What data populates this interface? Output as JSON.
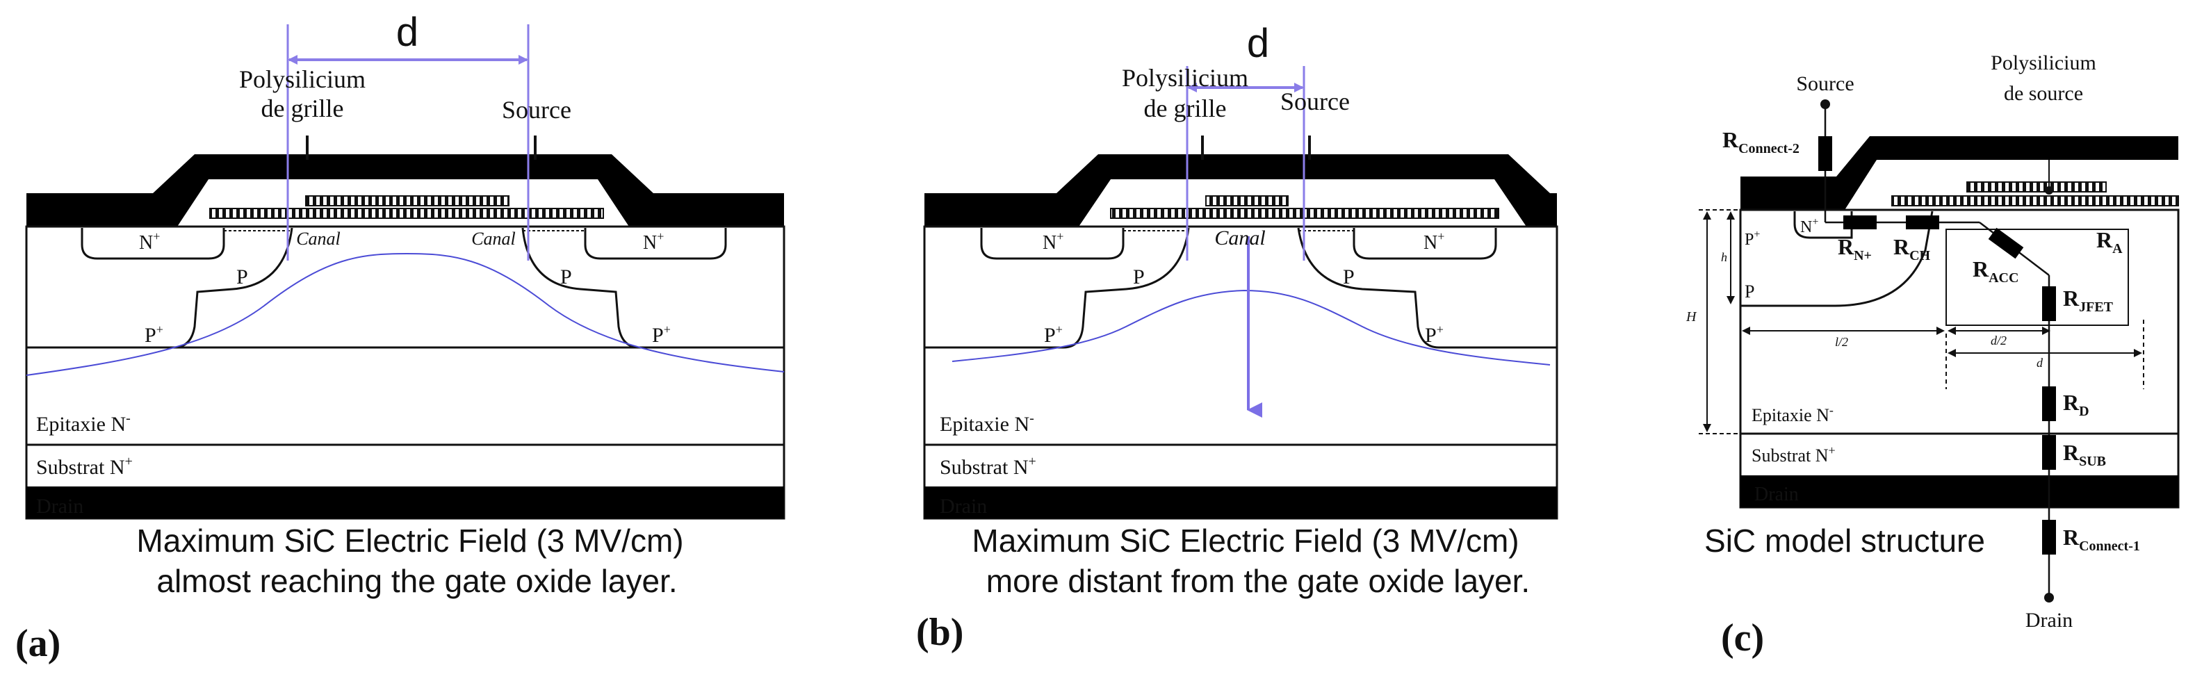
{
  "panel_a": {
    "label": "(a)",
    "dimension": "d",
    "gate": "Polysilicium",
    "gate2": "de grille",
    "source": "Source",
    "canal_left": "Canal",
    "canal_right": "Canal",
    "nplus": "N",
    "p": "P",
    "pplus": "P",
    "epi": "Epitaxie N",
    "sub": "Substrat N",
    "drain": "Drain",
    "caption1": "Maximum SiC Electric Field (3 MV/cm)",
    "caption2": "almost reaching the gate oxide layer."
  },
  "panel_b": {
    "label": "(b)",
    "dimension": "d",
    "gate": "Polysilicium",
    "gate2": "de grille",
    "source": "Source",
    "canal": "Canal",
    "nplus": "N",
    "p": "P",
    "pplus": "P",
    "epi": "Epitaxie N",
    "sub": "Substrat N",
    "drain": "Drain",
    "caption1": "Maximum SiC Electric Field (3 MV/cm)",
    "caption2": "more distant from the  gate oxide layer."
  },
  "panel_c": {
    "label": "(c)",
    "source": "Source",
    "poly1": "Polysilicium",
    "poly2": "de source",
    "r_connect2": "R",
    "r_connect2_sub": "Connect-2",
    "r_n": "R",
    "r_n_sub": "N+",
    "r_ch": "R",
    "r_ch_sub": "CH",
    "r_acc": "R",
    "r_acc_sub": "ACC",
    "r_a": "R",
    "r_a_sub": "A",
    "r_jfet": "R",
    "r_jfet_sub": "JFET",
    "r_d": "R",
    "r_d_sub": "D",
    "r_sub": "R",
    "r_sub_sub": "SUB",
    "r_connect1": "R",
    "r_connect1_sub": "Connect-1",
    "nplus": "N",
    "pplus": "P",
    "p": "P",
    "h_small": "h",
    "h_big": "H",
    "l_half": "l/2",
    "d_half": "d/2",
    "d": "d",
    "epi": "Epitaxie N",
    "sub": "Substrat N",
    "drain_bar": "Drain",
    "drain": "Drain",
    "caption": "SiC model structure"
  },
  "colors": {
    "field_line": "#4b4bd6",
    "dimension": "#8a7de8",
    "metal": "#000000"
  }
}
